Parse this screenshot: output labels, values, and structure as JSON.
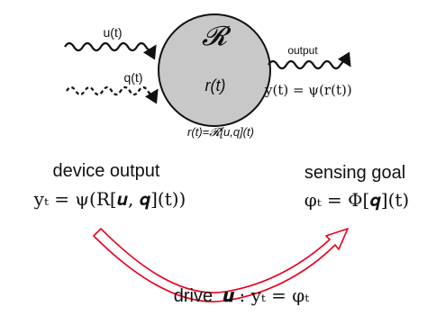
{
  "diagram": {
    "reservoir_symbol": "𝓡",
    "reservoir_state": "r(t)",
    "input_u": "u(t)",
    "input_q": "q(t)",
    "output_label": "output",
    "output_eq": "y(t) = ψ(r(t))",
    "state_eq": "r(t)=𝓡[u,q](t)",
    "device_output_label": "device output",
    "device_output_eq": "yₜ = ψ(R[𝒖, 𝒒](t))",
    "sensing_goal_label": "sensing goal",
    "sensing_goal_eq": "φₜ = Φ[𝒒](t)",
    "drive_prefix": "drive",
    "drive_var": "𝒖",
    "drive_eq": ": yₜ = φₜ",
    "colors": {
      "circle_fill": "#c8c8c8",
      "circle_stroke": "#111111",
      "arrow_fill": "#ffffff",
      "arrow_stroke": "#e8001c",
      "text": "#111111"
    }
  }
}
